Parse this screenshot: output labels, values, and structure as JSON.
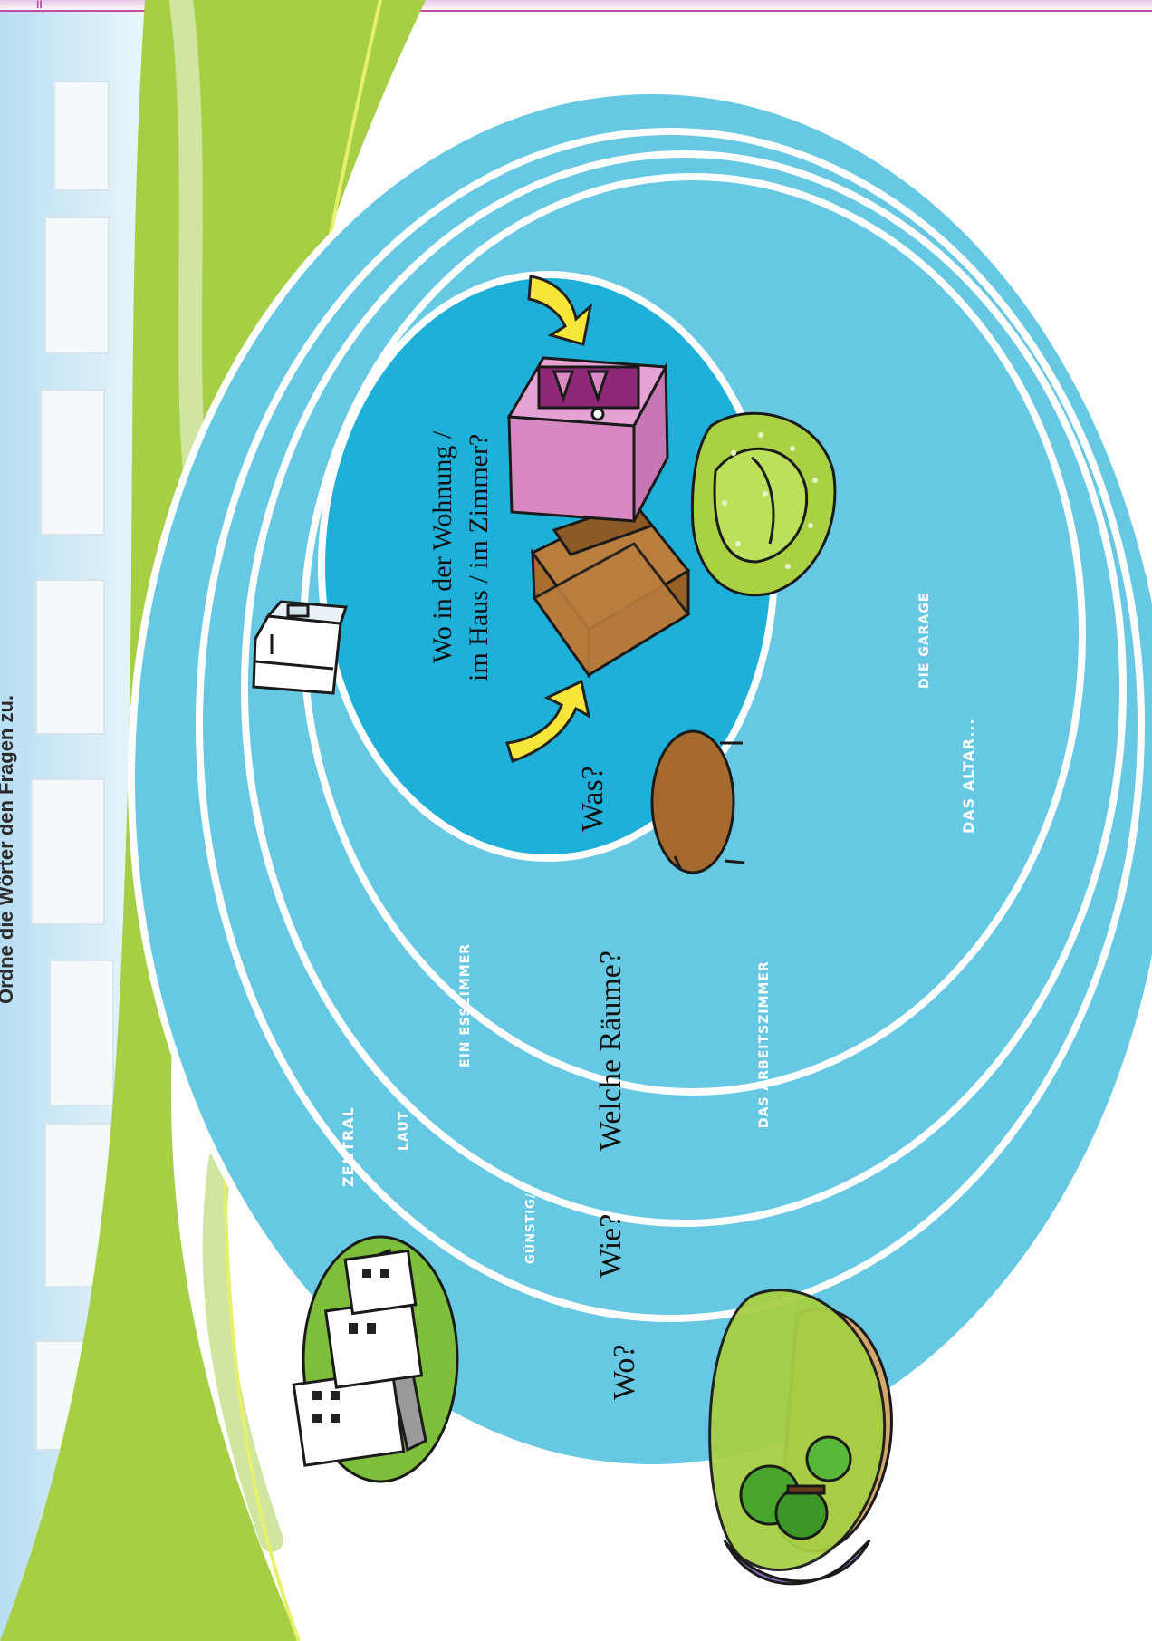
{
  "instruction": "Ordne die Wörter den Fragen zu.",
  "page_marker": "II",
  "questions": {
    "wo": "Wo?",
    "wie": "Wie?",
    "welche_raeume": "Welche Räume?",
    "was": "Was?",
    "wo_in_line1": "Wo in der Wohnung /",
    "wo_in_line2": "im Haus / im Zimmer?"
  },
  "words": {
    "zentral": "ZENTRAL",
    "laut": "LAUT",
    "guenstig": "GÜNSTIG/",
    "ein_esszimmer": "EIN ESSZIMMER",
    "das_arbeitszimmer": "DAS ARBEITSZIMMER",
    "das_altar": "DAS ALTAR...",
    "die_garage": "DIE GARAGE"
  },
  "icons": [
    "city-buildings-icon",
    "countryside-hill-icon",
    "round-table-icon",
    "refrigerator-icon",
    "brown-box-icon",
    "pink-cabinet-icon",
    "green-armchair-icon",
    "yellow-arrow-icon"
  ],
  "colors": {
    "ring_fill": "#66c8e2",
    "center_fill": "#1fb0da",
    "ring_border": "#ffffff",
    "road_green": "#a7cf45",
    "road_band": "#d0e6a0",
    "sky": "#c9e8f5",
    "top_rule": "#c44aa8"
  }
}
